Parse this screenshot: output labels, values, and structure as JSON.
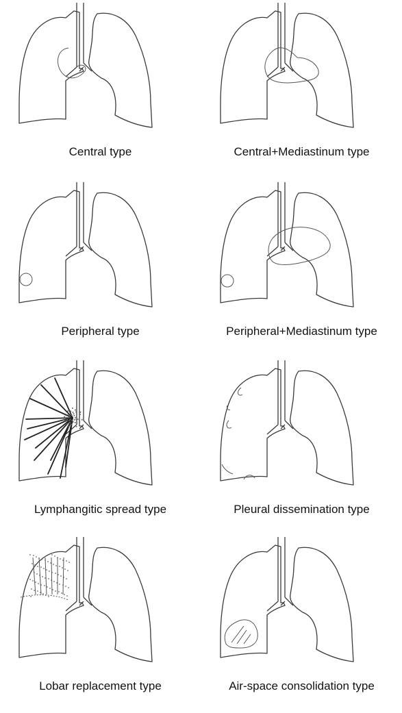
{
  "figure": {
    "panels": [
      {
        "id": "central",
        "caption": "Central type"
      },
      {
        "id": "central-mediastinum",
        "caption": "Central+Mediastinum type"
      },
      {
        "id": "peripheral",
        "caption": "Peripheral type"
      },
      {
        "id": "peripheral-mediastinum",
        "caption": "Peripheral+Mediastinum type"
      },
      {
        "id": "lymphangitic",
        "caption": "Lymphangitic spread type"
      },
      {
        "id": "pleural",
        "caption": "Pleural dissemination type"
      },
      {
        "id": "lobar",
        "caption": "Lobar replacement type"
      },
      {
        "id": "airspace",
        "caption": "Air-space consolidation type"
      }
    ]
  }
}
